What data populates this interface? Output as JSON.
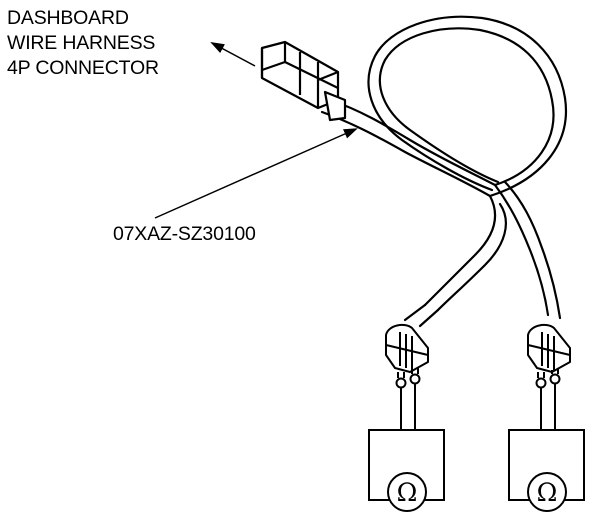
{
  "labels": {
    "connector_line1": "DASHBOARD",
    "connector_line2": "WIRE HARNESS",
    "connector_line3": "4P CONNECTOR",
    "tool_number": "07XAZ-SZ30100"
  },
  "meters": {
    "left_symbol": "Ω",
    "right_symbol": "Ω"
  },
  "colors": {
    "line": "#000000",
    "background": "#ffffff"
  },
  "icons": [
    "arrow-icon",
    "connector-icon",
    "probe-icon",
    "ohmmeter-icon"
  ]
}
